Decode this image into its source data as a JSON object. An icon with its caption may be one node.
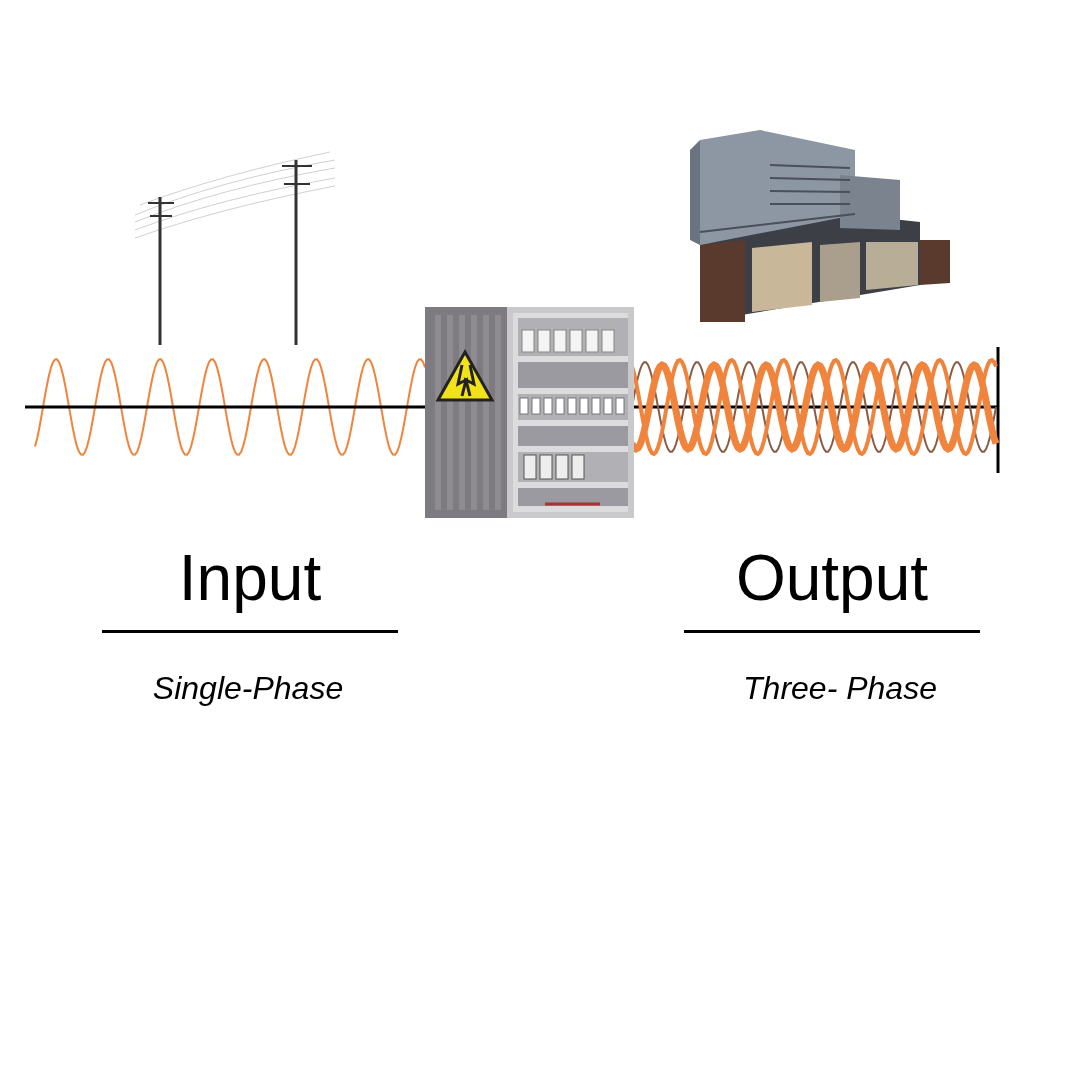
{
  "diagram": {
    "labels": [
      "Input",
      "Single-Phase",
      "Output",
      "Three- Phase"
    ]
  }
}
